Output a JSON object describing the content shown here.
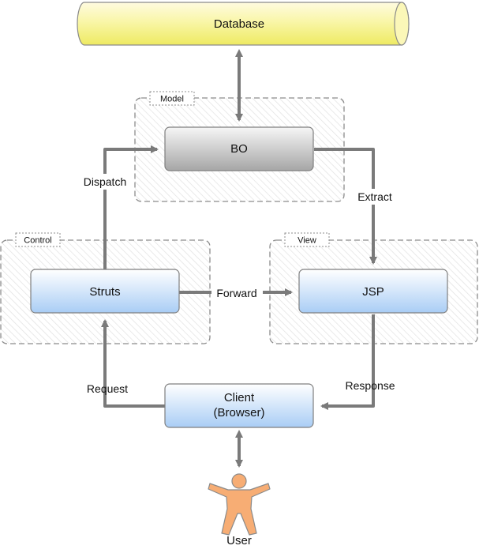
{
  "groups": {
    "model": "Model",
    "control": "Control",
    "view": "View"
  },
  "nodes": {
    "database": "Database",
    "bo": "BO",
    "struts": "Struts",
    "jsp": "JSP",
    "client_line1": "Client",
    "client_line2": "(Browser)",
    "user": "User"
  },
  "edges": {
    "dispatch": "Dispatch",
    "extract": "Extract",
    "forward": "Forward",
    "request": "Request",
    "response": "Response"
  },
  "colors": {
    "arrow": "#7a7a7a",
    "database_fill": "#f4f27a",
    "blue_top": "#ffffff",
    "blue_bottom": "#a9cdf5",
    "gray_top": "#f4f4f4",
    "gray_bottom": "#a9a9a9",
    "user_fill": "#f7ad74"
  }
}
